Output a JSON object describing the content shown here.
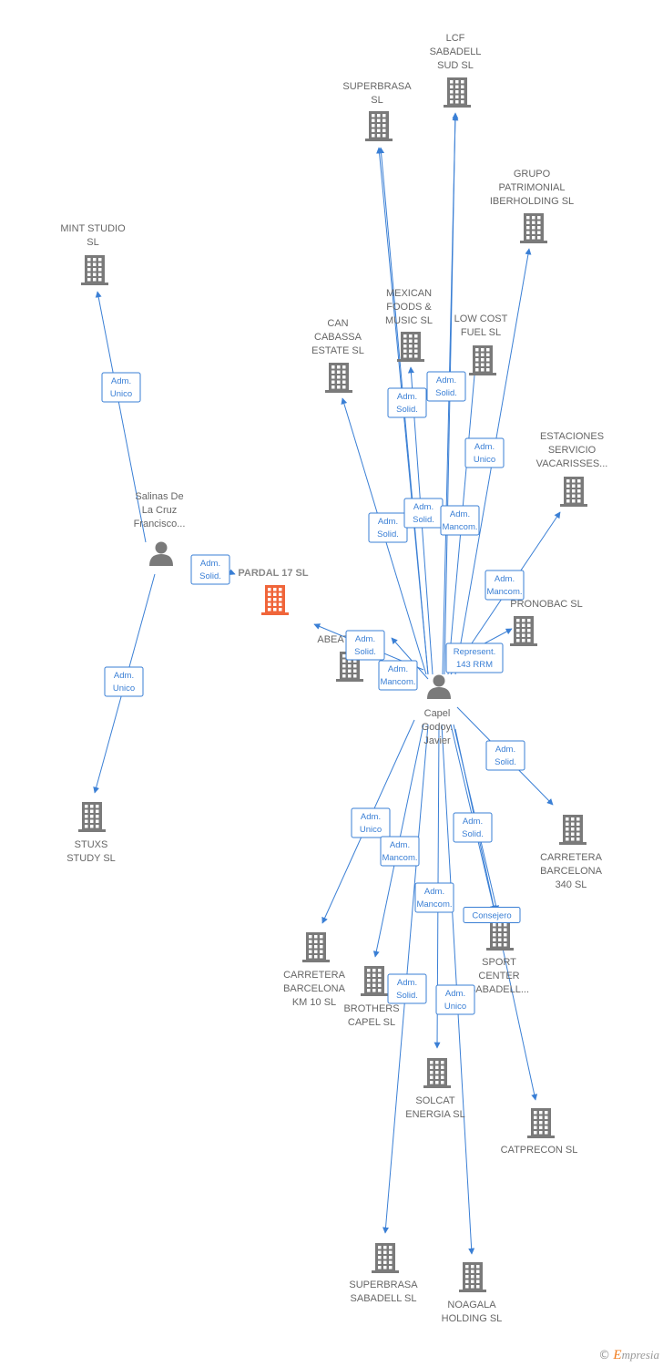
{
  "colors": {
    "building": "#7a7a7a",
    "focus": "#f0653a",
    "person": "#7a7a7a",
    "edge": "#3a7fd5"
  },
  "nodes": [
    {
      "id": "lcf",
      "type": "company",
      "label": [
        "LCF",
        "SABADELL",
        "SUD SL"
      ]
    },
    {
      "id": "superbrasa",
      "type": "company",
      "label": [
        "SUPERBRASA",
        "SL"
      ]
    },
    {
      "id": "grupo",
      "type": "company",
      "label": [
        "GRUPO",
        "PATRIMONIAL",
        "IBERHOLDING SL"
      ]
    },
    {
      "id": "mint",
      "type": "company",
      "label": [
        "MINT STUDIO",
        "SL"
      ]
    },
    {
      "id": "mexican",
      "type": "company",
      "label": [
        "MEXICAN",
        "FOODS &",
        "MUSIC SL"
      ]
    },
    {
      "id": "lowcost",
      "type": "company",
      "label": [
        "LOW COST",
        "FUEL SL"
      ]
    },
    {
      "id": "can",
      "type": "company",
      "label": [
        "CAN",
        "CABASSA",
        "ESTATE SL"
      ]
    },
    {
      "id": "estaciones",
      "type": "company",
      "label": [
        "ESTACIONES",
        "SERVICIO",
        "VACARISSES..."
      ]
    },
    {
      "id": "salinas",
      "type": "person",
      "label": [
        "Salinas De",
        "La Cruz",
        "Francisco..."
      ]
    },
    {
      "id": "pardal",
      "type": "focus",
      "label": [
        "PARDAL 17 SL"
      ]
    },
    {
      "id": "pronobac",
      "type": "company",
      "label": [
        "PRONOBAC SL"
      ]
    },
    {
      "id": "abeat",
      "type": "company",
      "label": [
        "ABEAT"
      ]
    },
    {
      "id": "capel",
      "type": "person",
      "label": [
        "Capel",
        "Godoy.",
        "Javier"
      ]
    },
    {
      "id": "stuxs",
      "type": "company",
      "label": [
        "STUXS",
        "STUDY SL"
      ]
    },
    {
      "id": "carr340",
      "type": "company",
      "label": [
        "CARRETERA",
        "BARCELONA",
        "340 SL"
      ]
    },
    {
      "id": "carr10",
      "type": "company",
      "label": [
        "CARRETERA",
        "BARCELONA",
        "KM 10 SL"
      ]
    },
    {
      "id": "brothers",
      "type": "company",
      "label": [
        "BROTHERS",
        "CAPEL SL"
      ]
    },
    {
      "id": "sport",
      "type": "company",
      "label": [
        "SPORT",
        "CENTER",
        "SABADELL..."
      ]
    },
    {
      "id": "solcat",
      "type": "company",
      "label": [
        "SOLCAT",
        "ENERGIA SL"
      ]
    },
    {
      "id": "catprecon",
      "type": "company",
      "label": [
        "CATPRECON SL"
      ]
    },
    {
      "id": "superbrasa_sab",
      "type": "company",
      "label": [
        "SUPERBRASA",
        "SABADELL SL"
      ]
    },
    {
      "id": "noagala",
      "type": "company",
      "label": [
        "NOAGALA",
        "HOLDING SL"
      ]
    }
  ],
  "edges": [
    {
      "from": "salinas",
      "to": "mint",
      "label": [
        "Adm.",
        "Unico"
      ]
    },
    {
      "from": "salinas",
      "to": "pardal",
      "label": [
        "Adm.",
        "Solid."
      ]
    },
    {
      "from": "salinas",
      "to": "stuxs",
      "label": [
        "Adm.",
        "Unico"
      ]
    },
    {
      "from": "capel",
      "to": "superbrasa",
      "label": []
    },
    {
      "from": "capel",
      "to": "lcf",
      "label": []
    },
    {
      "from": "capel",
      "to": "grupo",
      "label": [
        "Adm.",
        "Unico"
      ]
    },
    {
      "from": "capel",
      "to": "mexican",
      "label": [
        "Adm.",
        "Solid."
      ]
    },
    {
      "from": "capel",
      "to": "lowcost",
      "label": [
        "Adm.",
        "Solid."
      ]
    },
    {
      "from": "capel",
      "to": "can",
      "label": [
        "Adm.",
        "Solid."
      ]
    },
    {
      "from": "capel",
      "to": "superbrasa",
      "label": [
        "Adm.",
        "Solid."
      ]
    },
    {
      "from": "capel",
      "to": "lcf",
      "label": [
        "Adm.",
        "Mancom."
      ]
    },
    {
      "from": "capel",
      "to": "estaciones",
      "label": [
        "Adm.",
        "Mancom."
      ]
    },
    {
      "from": "capel",
      "to": "pronobac",
      "label": [
        "Represent.",
        "143 RRM"
      ]
    },
    {
      "from": "capel",
      "to": "pardal",
      "label": [
        "Adm.",
        "Solid."
      ]
    },
    {
      "from": "capel",
      "to": "pardal",
      "label": [
        "Adm.",
        "Mancom."
      ]
    },
    {
      "from": "capel",
      "to": "carr340",
      "label": [
        "Adm.",
        "Solid."
      ]
    },
    {
      "from": "capel",
      "to": "carr10",
      "label": [
        "Adm.",
        "Unico"
      ]
    },
    {
      "from": "capel",
      "to": "brothers",
      "label": [
        "Adm.",
        "Mancom."
      ]
    },
    {
      "from": "capel",
      "to": "sport",
      "label": [
        "Adm.",
        "Solid."
      ]
    },
    {
      "from": "capel",
      "to": "solcat",
      "label": [
        "Adm.",
        "Mancom."
      ]
    },
    {
      "from": "capel",
      "to": "sport",
      "label": [
        "Consejero"
      ]
    },
    {
      "from": "capel",
      "to": "superbrasa_sab",
      "label": [
        "Adm.",
        "Solid."
      ]
    },
    {
      "from": "capel",
      "to": "noagala",
      "label": [
        "Adm.",
        "Unico"
      ]
    },
    {
      "from": "capel",
      "to": "catprecon",
      "label": []
    }
  ],
  "watermark": {
    "symbol": "©",
    "initial": "E",
    "text": "mpresia"
  }
}
